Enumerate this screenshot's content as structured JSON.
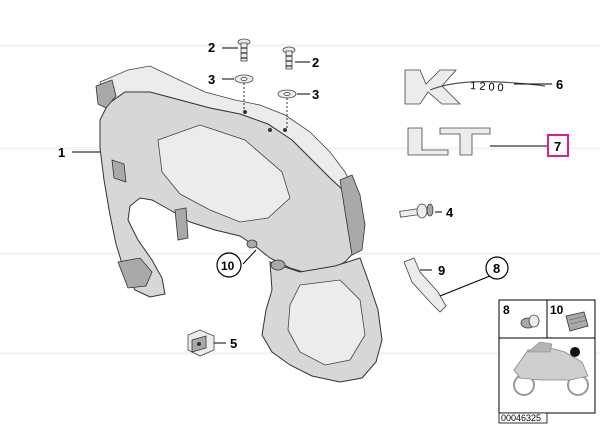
{
  "callouts": {
    "c1": "1",
    "c2a": "2",
    "c2b": "2",
    "c3a": "3",
    "c3b": "3",
    "c4": "4",
    "c5": "5",
    "c6": "6",
    "c7": "7",
    "c8": "8",
    "c9": "9",
    "c10": "10"
  },
  "emblem_text": "1200",
  "inset": {
    "item8": "8",
    "item10": "10"
  },
  "reference_number": "00046325",
  "colors": {
    "highlight": "#e0208a",
    "part_fill": "#d7d7d7",
    "part_dark": "#a9a9a9"
  }
}
